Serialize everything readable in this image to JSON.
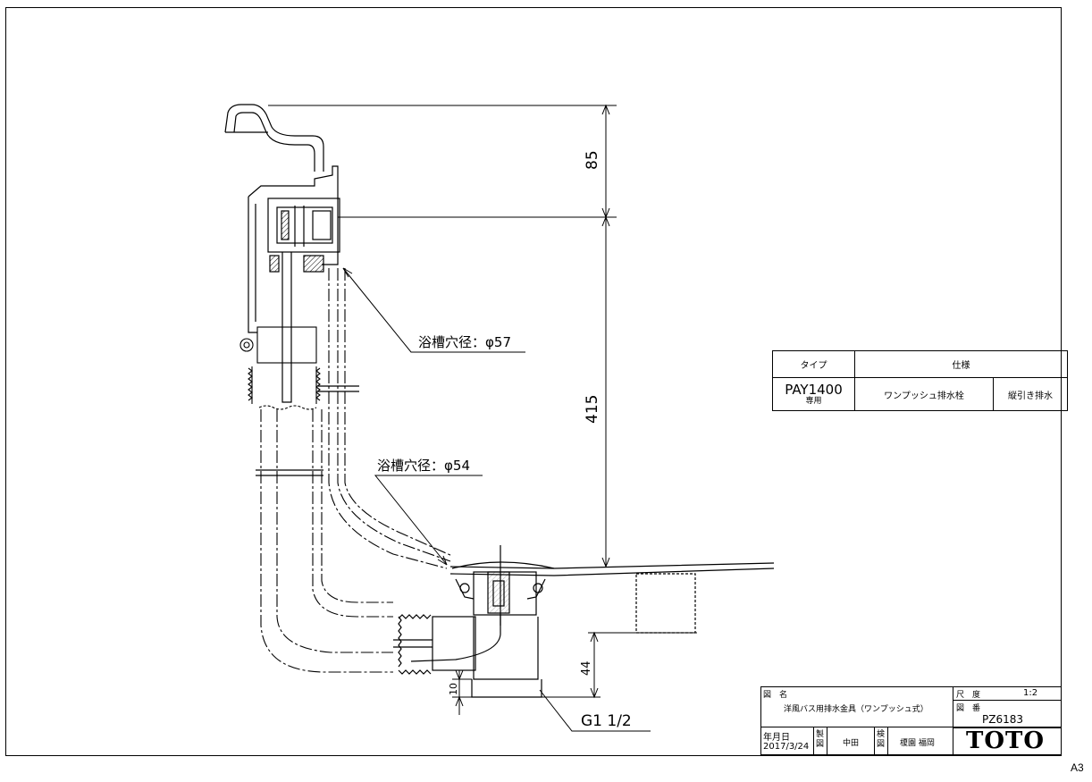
{
  "sheet": {
    "size_label": "A3"
  },
  "dimensions": {
    "top_offset": "85",
    "main_height": "415",
    "bottom_height": "44",
    "gap": "10",
    "thread": "G1 1/2"
  },
  "callouts": {
    "overflow_hole": "浴槽穴径：φ57",
    "drain_hole": "浴槽穴径：φ54"
  },
  "spec_table": {
    "header_type": "タイプ",
    "header_spec": "仕様",
    "model_code": "PAY1400",
    "model_note": "専用",
    "spec_1": "ワンプッシュ排水栓",
    "spec_2": "縦引き排水"
  },
  "title_block": {
    "name_label": "図　名",
    "name_value": "洋風バス用排水金具（ワンプッシュ式）",
    "scale_label": "尺　度",
    "scale_value": "1:2",
    "number_label": "図　番",
    "number_value": "PZ6183",
    "date_label": "年月日",
    "date_value": "2017/3/24",
    "made_label": "製図",
    "made_value": "中田",
    "check_label": "検図",
    "check_value": "榎園 福岡",
    "brand": "TOTO"
  }
}
